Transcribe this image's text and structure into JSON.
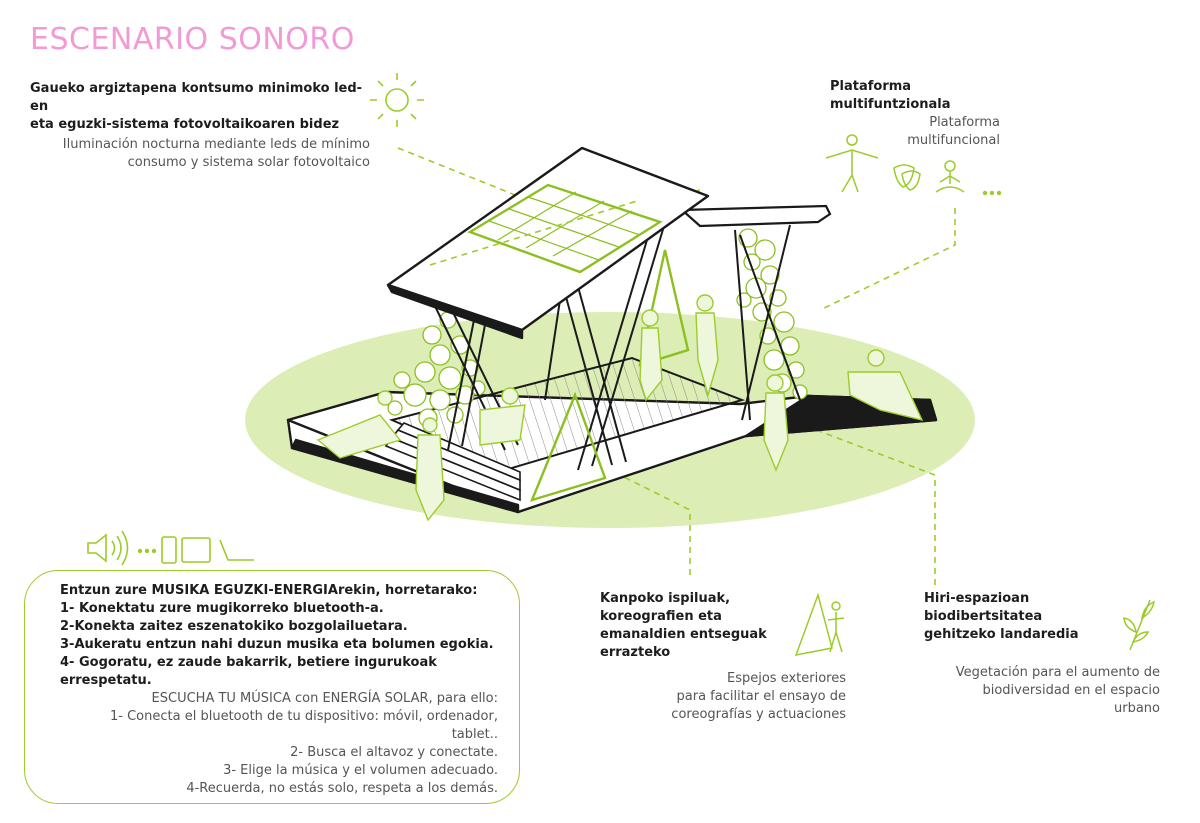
{
  "title": "ESCENARIO SONORO",
  "colors": {
    "title": "#f29ad6",
    "accent": "#9ccc2a",
    "ground": "#dcedb6",
    "text": "#2a2a2a"
  },
  "lighting": {
    "eu": [
      "Gaueko argiztapena kontsumo minimoko led-en",
      "eta eguzki-sistema fotovoltaikoaren bidez"
    ],
    "es": [
      "Iluminación nocturna mediante leds de mínimo",
      "consumo y sistema solar fotovoltaico"
    ],
    "icon": "sun-icon"
  },
  "platform": {
    "eu": [
      "Plataforma",
      "multifuntzionala"
    ],
    "es": [
      "Plataforma",
      "multifuncional"
    ],
    "icons": [
      "dancer-icon",
      "theater-masks-icon",
      "meditation-icon",
      "more-dots-icon"
    ]
  },
  "mirrors": {
    "eu": [
      "Kanpoko ispiluak,",
      "koreografien eta",
      "emanaldien entseguak",
      "errazteko"
    ],
    "es": [
      "Espejos exteriores",
      "para facilitar el ensayo de",
      "coreografías y actuaciones"
    ],
    "icon": "mirror-icon"
  },
  "vegetation": {
    "eu": [
      "Hiri-espazioan",
      "biodibertsitatea",
      "gehitzeko landaredia"
    ],
    "es": [
      "Vegetación para el aumento de",
      "biodiversidad en el espacio",
      "urbano"
    ],
    "icon": "leaf-branch-icon"
  },
  "music": {
    "icons": [
      "speaker-icon",
      "more-dots-icon",
      "phone-icon",
      "tablet-icon",
      "laptop-icon"
    ],
    "eu": [
      "Entzun zure MUSIKA EGUZKI-ENERGIArekin, horretarako:",
      "1- Konektatu zure mugikorreko bluetooth-a.",
      "2-Konekta zaitez eszenatokiko bozgolailuetara.",
      "3-Aukeratu entzun nahi duzun musika eta bolumen egokia.",
      "4- Gogoratu, ez zaude bakarrik, betiere ingurukoak",
      "errespetatu."
    ],
    "es": [
      "ESCUCHA TU MÚSICA con ENERGÍA SOLAR, para ello:",
      "1- Conecta el bluetooth de tu dispositivo: móvil, ordenador,",
      "tablet..",
      "2- Busca el altavoz y conectate.",
      "3- Elige la música y el volumen adecuado.",
      "4-Recuerda, no estás solo, respeta a los demás."
    ]
  }
}
